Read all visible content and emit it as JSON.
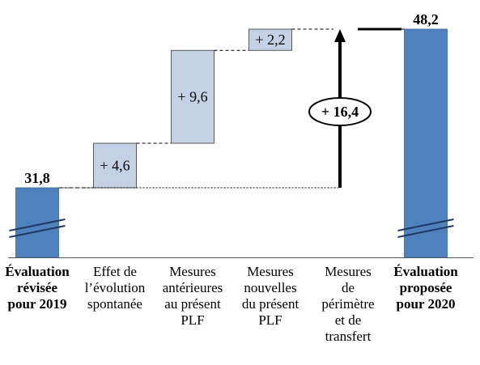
{
  "chart_data": {
    "type": "bar",
    "subtype": "waterfall",
    "categories": [
      "Évaluation\nrévisée\npour 2019",
      "Effet de\nl’évolution\nspontanée",
      "Mesures\nantérieures\nau présent\nPLF",
      "Mesures\nnouvelles\ndu présent\nPLF",
      "Mesures\nde\npérimètre\net de\ntransfert",
      "Évaluation\nproposée\npour 2020"
    ],
    "bold_categories": [
      0,
      5
    ],
    "values": [
      31.8,
      4.6,
      9.6,
      2.2,
      0,
      48.2
    ],
    "value_labels": [
      "31,8",
      "+ 4,6",
      "+ 9,6",
      "+ 2,2",
      "",
      "48,2"
    ],
    "kinds": [
      "total",
      "delta",
      "delta",
      "delta",
      "delta",
      "total"
    ],
    "total_change": {
      "value": 16.4,
      "label": "+ 16,4"
    },
    "axis_break": true,
    "grid": false,
    "legend": "none",
    "colors": {
      "total": "#4f81bd",
      "total_edge": "#3a6496",
      "delta": "#c4d0e3",
      "delta_edge": "#5a5a5a",
      "ink": "#000000",
      "break": "#1f3864"
    }
  }
}
